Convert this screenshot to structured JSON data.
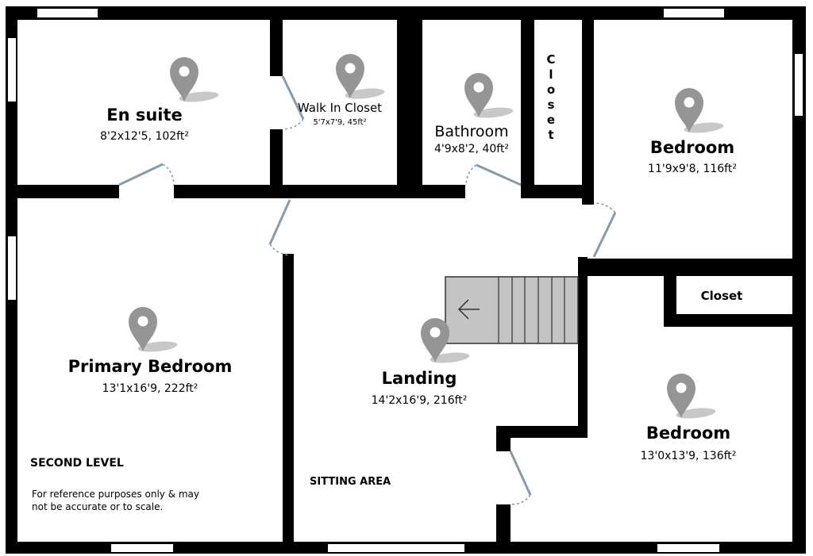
{
  "rooms": {
    "ensuite": {
      "name": "En suite",
      "dims": "8'2x12'5, 102ft²"
    },
    "walkin": {
      "name": "Walk In Closet",
      "dims": "5'7x7'9, 45ft²"
    },
    "bathroom": {
      "name": "Bathroom",
      "dims": "4'9x8'2, 40ft²"
    },
    "bedroom1": {
      "name": "Bedroom",
      "dims": "11'9x9'8, 116ft²"
    },
    "primary": {
      "name": "Primary Bedroom",
      "dims": "13'1x16'9, 222ft²"
    },
    "landing": {
      "name": "Landing",
      "dims": "14'2x16'9, 216ft²"
    },
    "bedroom2": {
      "name": "Bedroom",
      "dims": "13'0x13'9, 136ft²"
    }
  },
  "closets": {
    "vertical": [
      "C",
      "l",
      "o",
      "s",
      "e",
      "t"
    ],
    "right": "Closet"
  },
  "notes": {
    "level": "SECOND LEVEL",
    "disclaimer_line1": "For reference purposes only & may",
    "disclaimer_line2": "not be accurate or to scale.",
    "sitting_area": "SITTING AREA"
  },
  "icons": {
    "room_marker": "map-pin-icon",
    "stairs_direction": "left-arrow-icon"
  },
  "colors": {
    "walls": "#000000",
    "markers": "#959595",
    "doors": "#8a9aa8",
    "stairs": "#c4c4c4"
  }
}
